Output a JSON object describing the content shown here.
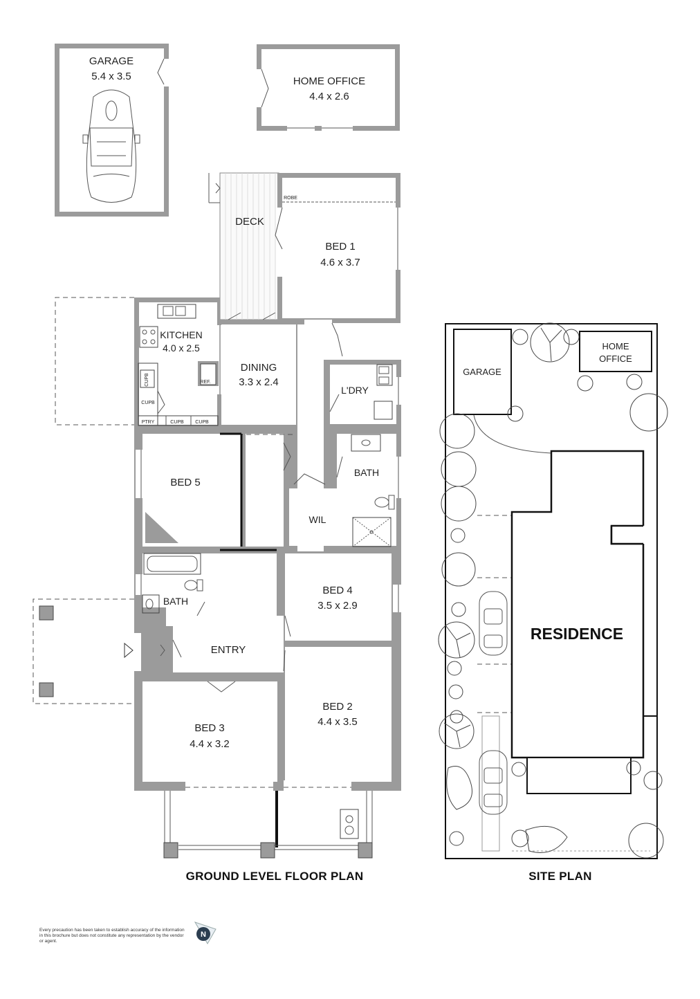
{
  "rooms": {
    "garage": {
      "name": "GARAGE",
      "size": "5.4 x 3.5"
    },
    "home_office": {
      "name": "HOME OFFICE",
      "size": "4.4 x 2.6"
    },
    "deck": {
      "name": "DECK"
    },
    "bed1": {
      "name": "BED 1",
      "size": "4.6 x 3.7"
    },
    "robe": {
      "name": "ROBE"
    },
    "kitchen": {
      "name": "KITCHEN",
      "size": "4.0 x 2.5"
    },
    "dining": {
      "name": "DINING",
      "size": "3.3 x 2.4"
    },
    "laundry": {
      "name": "L'DRY"
    },
    "bath_upper": {
      "name": "BATH"
    },
    "bed5": {
      "name": "BED 5"
    },
    "wil": {
      "name": "WIL"
    },
    "bath_lower": {
      "name": "BATH"
    },
    "bed4": {
      "name": "BED 4",
      "size": "3.5 x 2.9"
    },
    "entry": {
      "name": "ENTRY"
    },
    "bed2": {
      "name": "BED 2",
      "size": "4.4 x 3.5"
    },
    "bed3": {
      "name": "BED 3",
      "size": "4.4 x 3.2"
    }
  },
  "joinery": {
    "ref": "REF.",
    "cupb": "CUPB",
    "ptry": "PTRY"
  },
  "site": {
    "garage": "GARAGE",
    "home_office_1": "HOME",
    "home_office_2": "OFFICE",
    "residence": "RESIDENCE"
  },
  "titles": {
    "floor_plan": "GROUND LEVEL FLOOR PLAN",
    "site_plan": "SITE PLAN"
  },
  "north_label": "N",
  "disclaimer": "Every precaution has been taken to establish accuracy of the information in this brochure but does not constitute any representation by the vendor or agent.",
  "icons": [
    "car-icon",
    "north-arrow-icon",
    "tree-icon",
    "sink-icon",
    "stove-icon",
    "bathtub-icon",
    "toilet-icon",
    "shower-icon"
  ]
}
